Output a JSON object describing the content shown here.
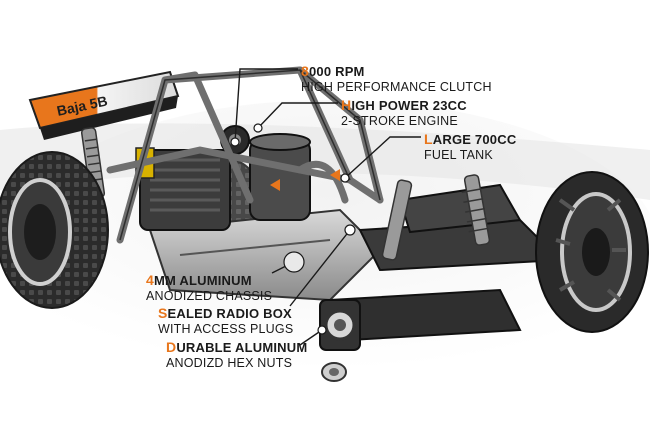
{
  "callouts": [
    {
      "id": "clutch",
      "first": "8",
      "line1": "000 RPM",
      "line2": "HIGH PERFORMANCE CLUTCH"
    },
    {
      "id": "engine",
      "first": "H",
      "line1": "IGH POWER 23CC",
      "line2": "2-STROKE ENGINE"
    },
    {
      "id": "tank",
      "first": "L",
      "line1": "ARGE 700CC",
      "line2": "FUEL TANK"
    },
    {
      "id": "chassis",
      "first": "4",
      "line1": "MM ALUMINUM",
      "line2": "ANODIZED CHASSIS"
    },
    {
      "id": "radiobox",
      "first": "S",
      "line1": "EALED RADIO BOX",
      "line2": "WITH ACCESS PLUGS"
    },
    {
      "id": "hexnuts",
      "first": "D",
      "line1": "URABLE ALUMINUM",
      "line2": "ANODIZD HEX NUTS"
    }
  ],
  "wing_decal": "Baja 5B",
  "colors": {
    "accent": "#e8761c",
    "text": "#1a1a1a",
    "frame": "#6f6f6f",
    "tire": "#2b2b2b"
  }
}
